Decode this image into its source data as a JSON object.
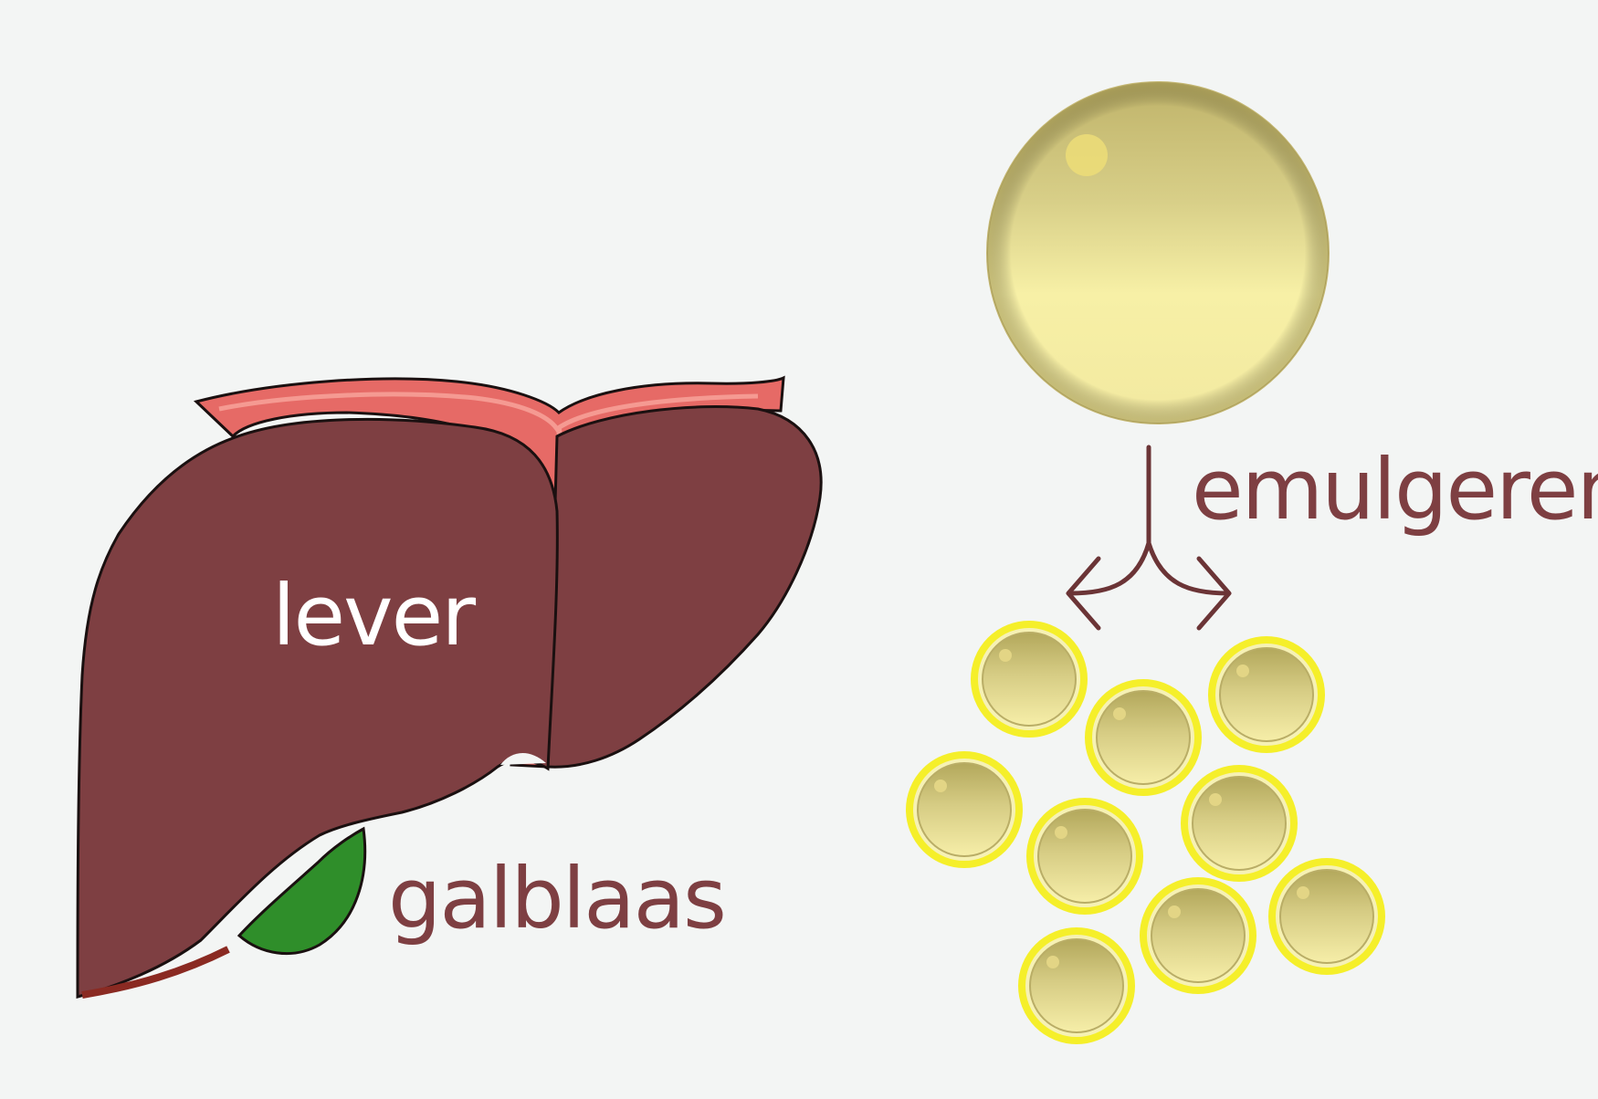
{
  "labels": {
    "liver": "lever",
    "gallbladder": "galblaas",
    "emulsify": "emulgeren"
  },
  "colors": {
    "background": "#f3f5f4",
    "liver": "#7e3f42",
    "liver_outline": "#1a1010",
    "ligament": "#e66a66",
    "ligament_light": "#f08c86",
    "gallbladder": "#2f8e2a",
    "liver_label": "#ffffff",
    "label": "#7e3f42",
    "arrow": "#6b3436",
    "fat_light": "#fbf3a8",
    "fat_dark": "#c6b866",
    "droplet_ring": "#f5ef2a"
  },
  "icons": {
    "liver": "liver-icon",
    "gallbladder": "gallbladder-icon",
    "fat_globule": "fat-globule-icon",
    "fat_droplet": "fat-droplet-icon",
    "split_arrow": "split-arrow-icon"
  }
}
